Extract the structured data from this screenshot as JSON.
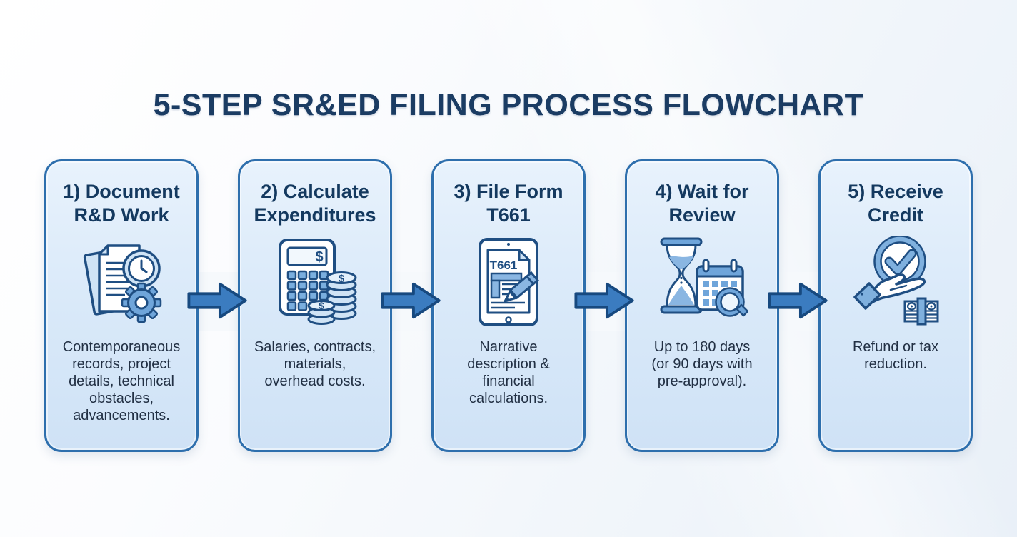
{
  "page": {
    "title": "5-STEP SR&ED FILING PROCESS FLOWCHART"
  },
  "colors": {
    "page_bg_top": "#ffffff",
    "page_bg_bottom": "#e9f0f8",
    "title_text": "#1b3c63",
    "card_border": "#2e6fad",
    "card_fill_top": "#e8f2fc",
    "card_fill_bottom": "#cfe2f6",
    "step_title_text": "#14395f",
    "description_text": "#223044",
    "icon_outline": "#1f4e82",
    "icon_accent": "#6fa5da",
    "icon_accent_light": "#8ab6e2",
    "icon_light_fill": "#cfe3f5",
    "arrow_fill": "#3b7cc0",
    "arrow_outline": "#17497f"
  },
  "steps": [
    {
      "number": "1",
      "title_lines": [
        "1) Document",
        "R&D Work"
      ],
      "icon": "documents-clock-gear",
      "desc_lines": [
        "Contemporaneous",
        "records, project",
        "details, technical",
        "obstacles,",
        "advancements."
      ]
    },
    {
      "number": "2",
      "title_lines": [
        "2) Calculate",
        "Expenditures"
      ],
      "icon": "calculator-coins",
      "icon_texts": {
        "calculator_display": "$",
        "coin_top_back": "$",
        "coin_top_front": "$"
      },
      "desc_lines": [
        "Salaries, contracts,",
        "materials,",
        "overhead costs."
      ]
    },
    {
      "number": "3",
      "title_lines": [
        "3) File Form",
        "T661"
      ],
      "icon": "tablet-form-pen",
      "icon_texts": {
        "screen_form": "T661"
      },
      "desc_lines": [
        "Narrative",
        "description &",
        "financial",
        "calculations."
      ]
    },
    {
      "number": "4",
      "title_lines": [
        "4) Wait for",
        "Review"
      ],
      "icon": "hourglass-calendar-magnifier",
      "desc_lines": [
        "Up to 180 days",
        "(or 90 days with",
        "pre-approval)."
      ]
    },
    {
      "number": "5",
      "title_lines": [
        "5) Receive",
        "Credit"
      ],
      "icon": "hand-checkmark-banknotes",
      "desc_lines": [
        "Refund or tax",
        "reduction."
      ]
    }
  ],
  "connector": {
    "type": "right-arrow",
    "count": 4
  }
}
